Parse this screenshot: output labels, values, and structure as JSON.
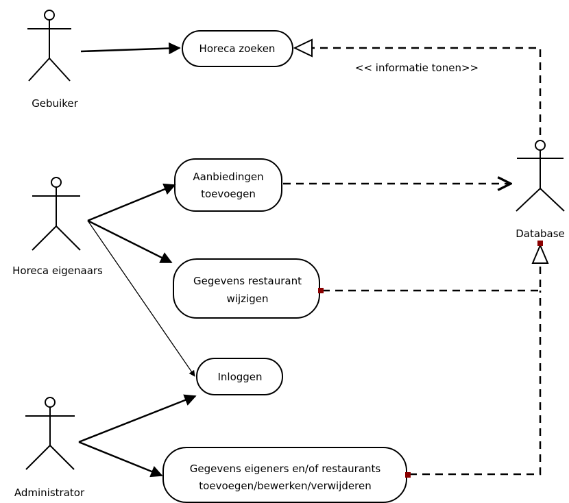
{
  "actors": {
    "gebruiker": "Gebuiker",
    "horeca": "Horeca eigenaars",
    "administrator": "Administrator",
    "database": "Database"
  },
  "usecases": {
    "horeca_zoeken": "Horeca zoeken",
    "aanbiedingen": [
      "Aanbiedingen",
      "toevoegen"
    ],
    "gegevens_restaurant": [
      "Gegevens restaurant",
      "wijzigen"
    ],
    "inloggen": "Inloggen",
    "gegevens_eigeners": [
      "Gegevens eigeners en/of restaurants",
      "toevoegen/bewerken/verwijderen"
    ]
  },
  "notes": {
    "informatie_tonen": "<< informatie tonen>>"
  },
  "colors": {
    "line": "#000000",
    "port": "#8b0000"
  }
}
